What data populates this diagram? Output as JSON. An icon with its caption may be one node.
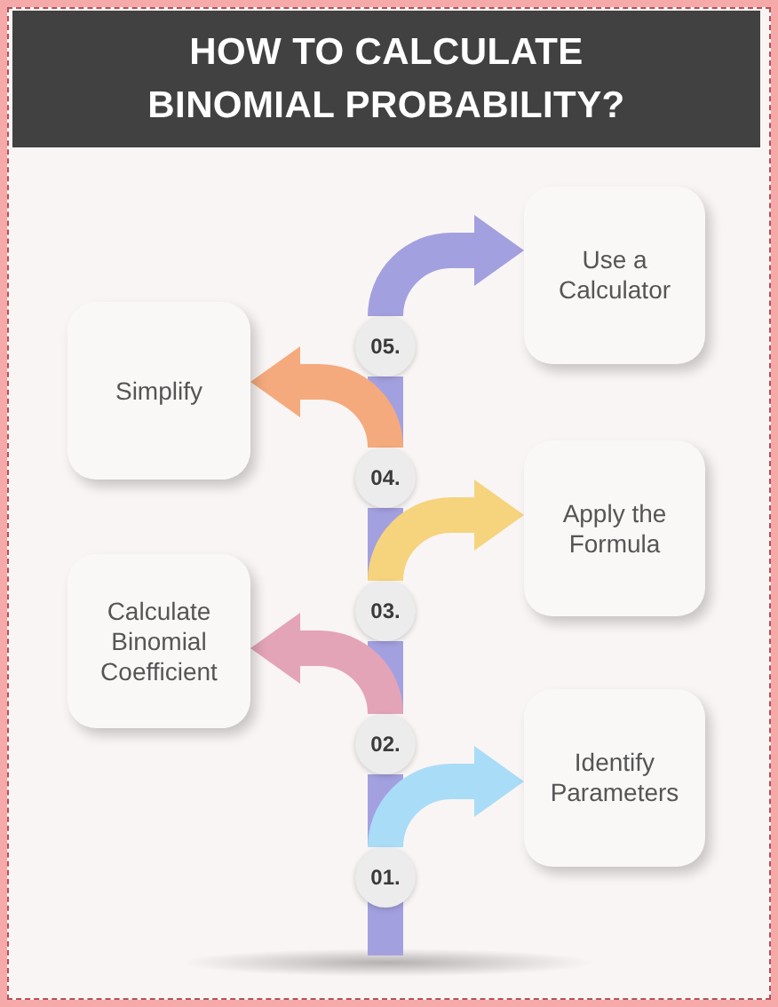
{
  "diagram": {
    "title": "HOW TO CALCULATE BINOMIAL PROBABILITY?",
    "nodes": [
      {
        "text": [
          "Use a Calculator"
        ]
      },
      {
        "text": [
          "Simplify"
        ]
      },
      {
        "text": [
          "05."
        ]
      },
      {
        "text": [
          "Apply the Formula"
        ]
      },
      {
        "text": [
          "04."
        ]
      },
      {
        "text": [
          "Calculate Binomial Coefficient"
        ]
      },
      {
        "text": [
          "03."
        ]
      },
      {
        "text": [
          "Identify Parameters"
        ]
      },
      {
        "text": [
          "02."
        ]
      },
      {
        "text": [
          "01."
        ]
      }
    ],
    "edges": [
      {
        "from": 9,
        "to": 8,
        "arrow": "none",
        "color": "#a3a0e0"
      },
      {
        "from": 8,
        "to": 6,
        "arrow": "none",
        "color": "#a3a0e0"
      },
      {
        "from": 6,
        "to": 4,
        "arrow": "none",
        "color": "#a3a0e0"
      },
      {
        "from": 4,
        "to": 2,
        "arrow": "none",
        "color": "#a3a0e0"
      },
      {
        "from": 9,
        "to": 7,
        "arrow": "to",
        "color": "#a9dcf7"
      },
      {
        "from": 8,
        "to": 5,
        "arrow": "to",
        "color": "#e3a4b7"
      },
      {
        "from": 6,
        "to": 3,
        "arrow": "to",
        "color": "#f6d37d"
      },
      {
        "from": 4,
        "to": 1,
        "arrow": "to",
        "color": "#f5aa7d"
      },
      {
        "from": 2,
        "to": 0,
        "arrow": "to",
        "color": "#a3a0e0"
      }
    ]
  }
}
